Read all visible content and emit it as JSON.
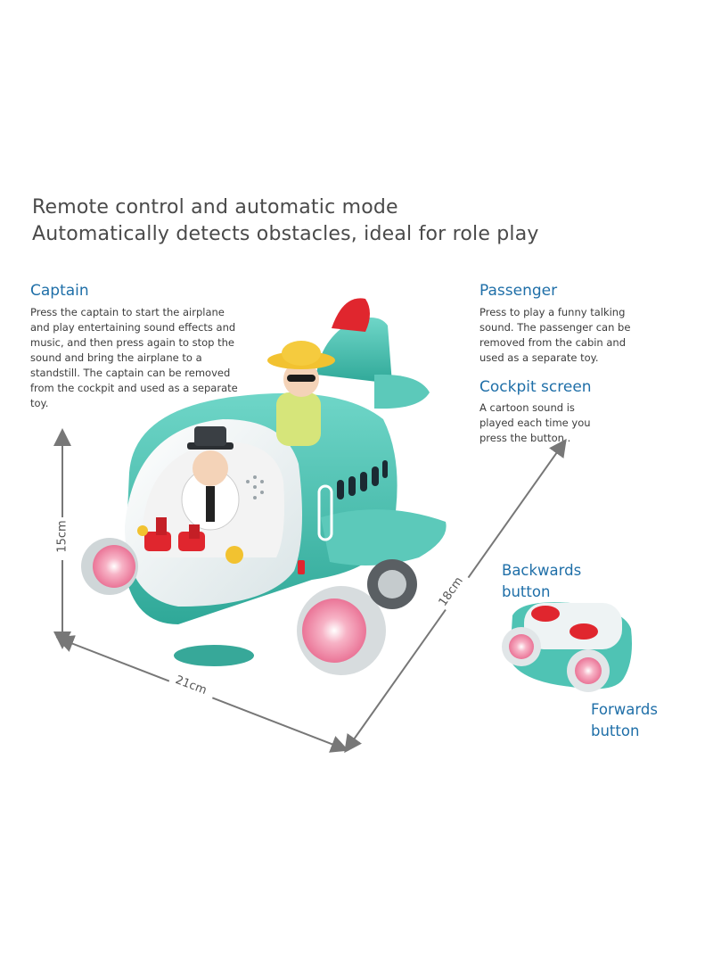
{
  "headline": {
    "line1": "Remote control and automatic mode",
    "line2": "Automatically detects obstacles, ideal for role play"
  },
  "features": {
    "captain": {
      "title": "Captain",
      "desc": "Press the captain to start the airplane and play entertaining sound effects and music, and then press again to stop the sound and bring the airplane to a standstill. The captain can be removed from the cockpit and used as a separate toy."
    },
    "passenger": {
      "title": "Passenger",
      "desc": "Press to play a funny talking sound. The passenger can be removed from the cabin and used as a separate toy."
    },
    "cockpit_screen": {
      "title": "Cockpit screen",
      "desc": "A cartoon sound is played each time you press the button.."
    }
  },
  "remote": {
    "backwards_label": "Backwards button",
    "forwards_label": "Forwards button"
  },
  "dimensions": {
    "height": "15cm",
    "width": "21cm",
    "depth": "18cm"
  },
  "colors": {
    "body_teal": "#4fc3b4",
    "title_blue": "#1f6fa8",
    "arrow_gray": "#777777",
    "accent_red": "#e0262e",
    "wheel_pink": "#f49ab3"
  }
}
